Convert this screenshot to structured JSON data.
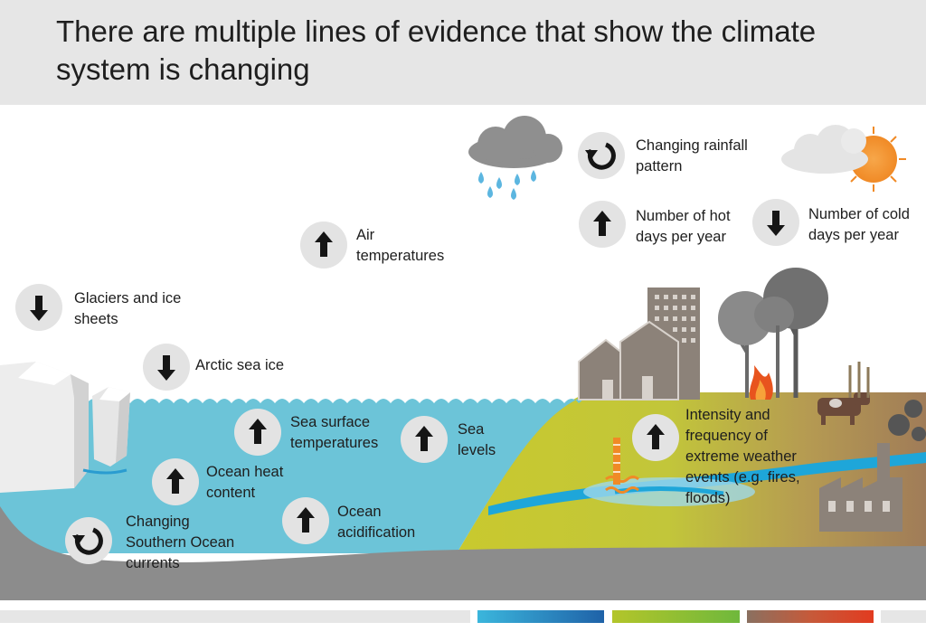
{
  "title": "There are multiple lines of evidence that show the climate system is changing",
  "indicators": [
    {
      "id": "glaciers",
      "label": "Glaciers and ice sheets",
      "trend": "down",
      "icon": "arrow-down-icon"
    },
    {
      "id": "arctic-sea-ice",
      "label": "Arctic sea  ice",
      "trend": "down",
      "icon": "arrow-down-icon"
    },
    {
      "id": "air-temperatures",
      "label": "Air temperatures",
      "trend": "up",
      "icon": "arrow-up-icon"
    },
    {
      "id": "rainfall",
      "label": "Changing rainfall pattern",
      "trend": "changing",
      "icon": "cycle-arrow-icon"
    },
    {
      "id": "hot-days",
      "label": "Number of hot days per year",
      "trend": "up",
      "icon": "arrow-up-icon"
    },
    {
      "id": "cold-days",
      "label": "Number of cold days per year",
      "trend": "down",
      "icon": "arrow-down-icon"
    },
    {
      "id": "sea-surface-temperatures",
      "label": "Sea surface temperatures",
      "trend": "up",
      "icon": "arrow-up-icon"
    },
    {
      "id": "sea-levels",
      "label": "Sea levels",
      "trend": "up",
      "icon": "arrow-up-icon"
    },
    {
      "id": "ocean-heat",
      "label": "Ocean heat content",
      "trend": "up",
      "icon": "arrow-up-icon"
    },
    {
      "id": "ocean-acidification",
      "label": "Ocean acidification",
      "trend": "up",
      "icon": "arrow-up-icon"
    },
    {
      "id": "ocean-currents",
      "label": "Changing Southern Ocean currents",
      "trend": "changing",
      "icon": "cycle-arrow-icon"
    },
    {
      "id": "extreme-weather",
      "label": "Intensity and frequency of extreme weather events (e.g. fires, floods)",
      "trend": "up",
      "icon": "arrow-up-icon"
    }
  ],
  "colors": {
    "header": "#e6e6e6",
    "ocean": "#6cc4d8",
    "land_green": "#c6c832",
    "land_brown": "#a5845c",
    "seabed": "#8a8a8a",
    "ice": "#ececec",
    "river": "#1ea6d9",
    "building": "#8c8279",
    "legend_ocean": [
      "#3bb6dc",
      "#1f62a8"
    ],
    "legend_land": [
      "#b3c52a",
      "#6fb83c"
    ],
    "legend_human": [
      "#8a7060",
      "#e23b20"
    ]
  }
}
